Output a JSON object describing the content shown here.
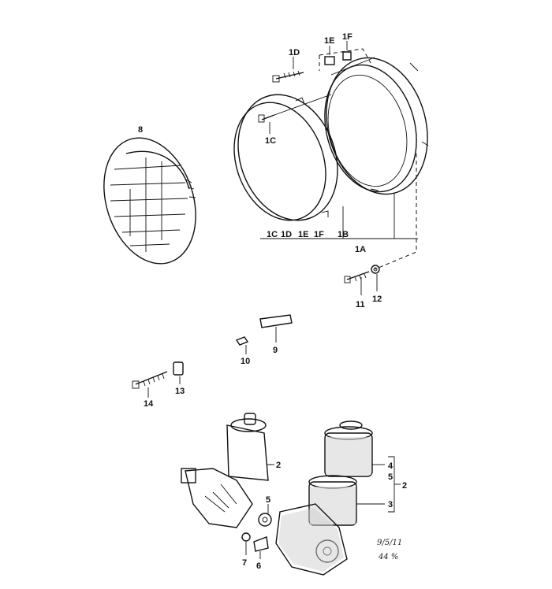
{
  "labels": {
    "l1D": "1D",
    "l1E": "1E",
    "l1F": "1F",
    "l1C": "1C",
    "l8": "8",
    "r1C": "1C",
    "r1D": "1D",
    "r1E": "1E",
    "r1F": "1F",
    "r1B": "1B",
    "l1A": "1A",
    "l11": "11",
    "l12": "12",
    "l9": "9",
    "l10": "10",
    "l13": "13",
    "l14": "14",
    "l2a": "2",
    "l4": "4",
    "l5b": "5",
    "l3": "3",
    "l2b": "2",
    "l5a": "5",
    "l7": "7",
    "l6": "6"
  },
  "annotation": {
    "code1": "9/5/11",
    "code2": "44 %"
  }
}
